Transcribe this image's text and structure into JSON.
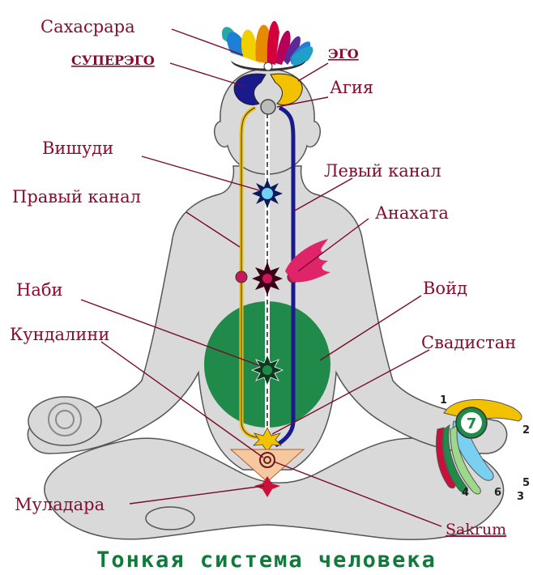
{
  "title": "Тонкая система человека",
  "labels": {
    "sahasrara": "Сахасрара",
    "superego": "СУПЕРЭГО",
    "ego": "ЭГО",
    "agia": "Агия",
    "vishudi": "Вишуди",
    "left_channel": "Левый канал",
    "right_channel": "Правый канал",
    "anahata": "Анахата",
    "nabi": "Наби",
    "void": "Войд",
    "kundalini": "Кундалини",
    "svadistan": "Свадистан",
    "muladara": "Муладара",
    "sakrum": "Sakrum"
  },
  "hand_numbers": {
    "palm": "7",
    "n1": "1",
    "n2": "2",
    "n3": "3",
    "n4": "4",
    "n5": "5",
    "n6": "6"
  },
  "colors": {
    "label_text": "#8a0b2f",
    "title_text": "#0f7a3a",
    "body_fill": "#d9d9d9",
    "void_green": "#1f8a4a",
    "left_channel": "#1a1a8c",
    "right_channel": "#f2c200",
    "center_channel": "#ffffff",
    "chakra_dark": "#4a0020",
    "anahata_pink": "#e0246a"
  },
  "icons": [
    "lotus-icon",
    "chakra-star-icon",
    "flame-icon",
    "hand-icon"
  ]
}
